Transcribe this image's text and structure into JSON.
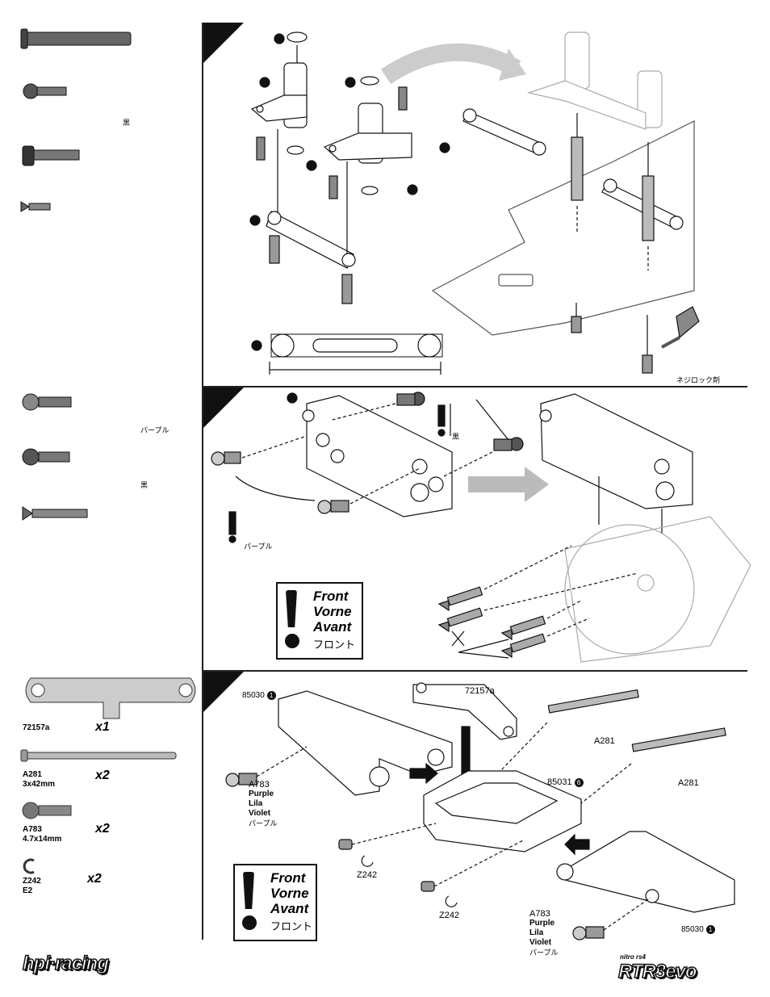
{
  "sidebar": {
    "step1_labels": {
      "black_jp": "黒"
    },
    "step2_labels": {
      "purple_jp": "パープル",
      "black_jp": "黒"
    },
    "step3_parts": [
      {
        "code": "72157a",
        "spec": "",
        "qty": "x1"
      },
      {
        "code": "A281",
        "spec": "3x42mm",
        "qty": "x2"
      },
      {
        "code": "A783",
        "spec": "4.7x14mm",
        "qty": "x2"
      },
      {
        "code": "Z242",
        "spec": "E2",
        "qty": "x2"
      }
    ]
  },
  "step1": {
    "locktite_label": "ネジロック剤"
  },
  "step2": {
    "black_jp": "黒",
    "purple_jp": "パープル",
    "warning": {
      "line1": "Front",
      "line2": "Vorne",
      "line3": "Avant",
      "line4": "フロント"
    }
  },
  "step3": {
    "label_85030_top": "85030",
    "label_85030_top_num": "1",
    "label_72157a": "72157a",
    "label_a281_1": "A281",
    "label_a281_2": "A281",
    "label_85031": "85031",
    "label_85031_num": "6",
    "label_a783_left": {
      "code": "A783",
      "en": "Purple",
      "de": "Lila",
      "fr": "Violet",
      "jp": "パープル"
    },
    "label_a783_right": {
      "code": "A783",
      "en": "Purple",
      "de": "Lila",
      "fr": "Violet",
      "jp": "パープル"
    },
    "label_z242_1": "Z242",
    "label_z242_2": "Z242",
    "label_85030_bottom": "85030",
    "label_85030_bottom_num": "1",
    "warning": {
      "line1": "Front",
      "line2": "Vorne",
      "line3": "Avant",
      "line4": "フロント"
    }
  },
  "footer": {
    "brand_logo": "hpi·racing",
    "product_small": "nitro rs4",
    "product_logo": "RTR3evo"
  }
}
